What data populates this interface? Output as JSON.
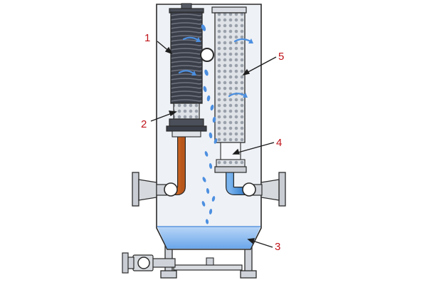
{
  "callouts": [
    {
      "id": "1",
      "label": "1"
    },
    {
      "id": "2",
      "label": "2"
    },
    {
      "id": "3",
      "label": "3"
    },
    {
      "id": "4",
      "label": "4"
    },
    {
      "id": "5",
      "label": "5"
    }
  ],
  "colors": {
    "vessel_fill": "#eef1f6",
    "outline": "#2b2b2b",
    "callout_text": "#c0141a",
    "coalescer_dark": "#3b3f49",
    "separator_element": "#d9dde3",
    "outlet_pipe_orange": "#e2752c",
    "outlet_pipe_blue": "#4a90d9",
    "water": "#7fb4ef",
    "droplet": "#4c8fe0",
    "flange_gray": "#c9cdd3"
  }
}
